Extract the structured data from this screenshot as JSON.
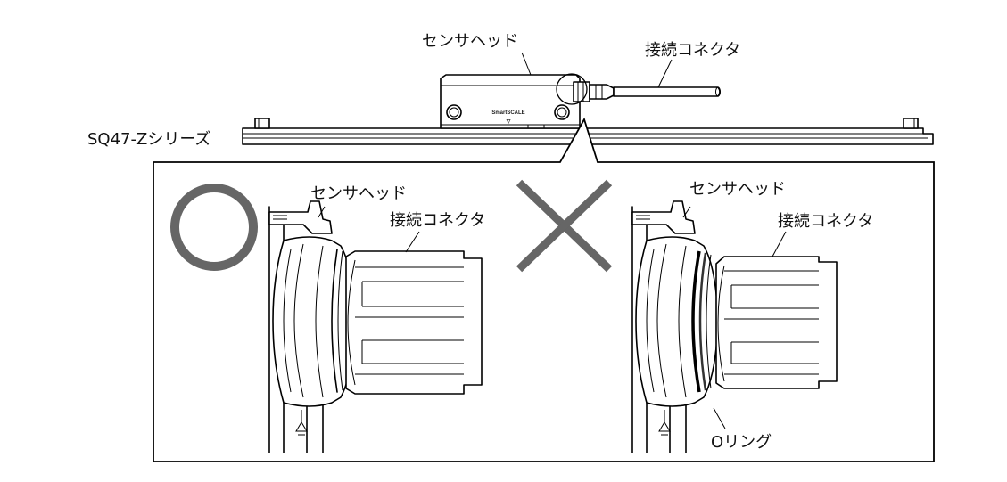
{
  "labels": {
    "sensor_head_top": "センサヘッド",
    "connector_top": "接続コネクタ",
    "series_name": "SQ47-Zシリーズ",
    "brand_mark": "SmartSCALE",
    "triangle_mark": "▽",
    "sensor_head_good": "センサヘッド",
    "connector_good": "接続コネクタ",
    "sensor_head_bad": "センサヘッド",
    "connector_bad": "接続コネクタ",
    "o_ring": "Oリング"
  },
  "marks": {
    "correct": "circle-mark",
    "incorrect": "cross-mark"
  },
  "colors": {
    "mark_gray": "#666666",
    "line": "#000000",
    "fill_light": "#f4f4f4"
  }
}
